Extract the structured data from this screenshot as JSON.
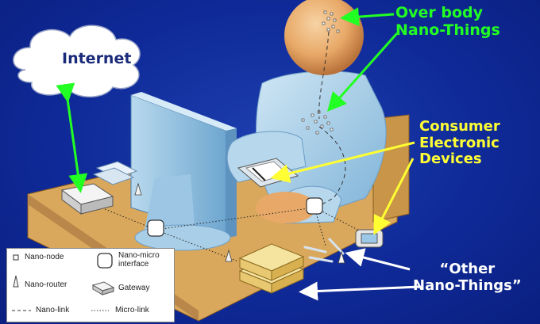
{
  "labels": {
    "internet": "Internet",
    "over_body_line1": "Over body",
    "over_body_line2": "Nano-Things",
    "consumer_line1": "Consumer",
    "consumer_line2": "Electronic",
    "consumer_line3": "Devices",
    "other_line1": "“Other",
    "other_line2": "Nano-Things”"
  },
  "legend": {
    "nano_node": "Nano-node",
    "nano_micro_interface_line1": "Nano-micro",
    "nano_micro_interface_line2": "interface",
    "nano_router": "Nano-router",
    "gateway": "Gateway",
    "nano_link": "Nano-link",
    "micro_link": "Micro-link"
  },
  "colors": {
    "background": "#0f2a98",
    "green_label": "#22ff22",
    "yellow_label": "#ffff33",
    "white_label": "#ffffff",
    "desk": "#d9a85c",
    "person": "#a8cde6",
    "head": "#e8a968"
  }
}
